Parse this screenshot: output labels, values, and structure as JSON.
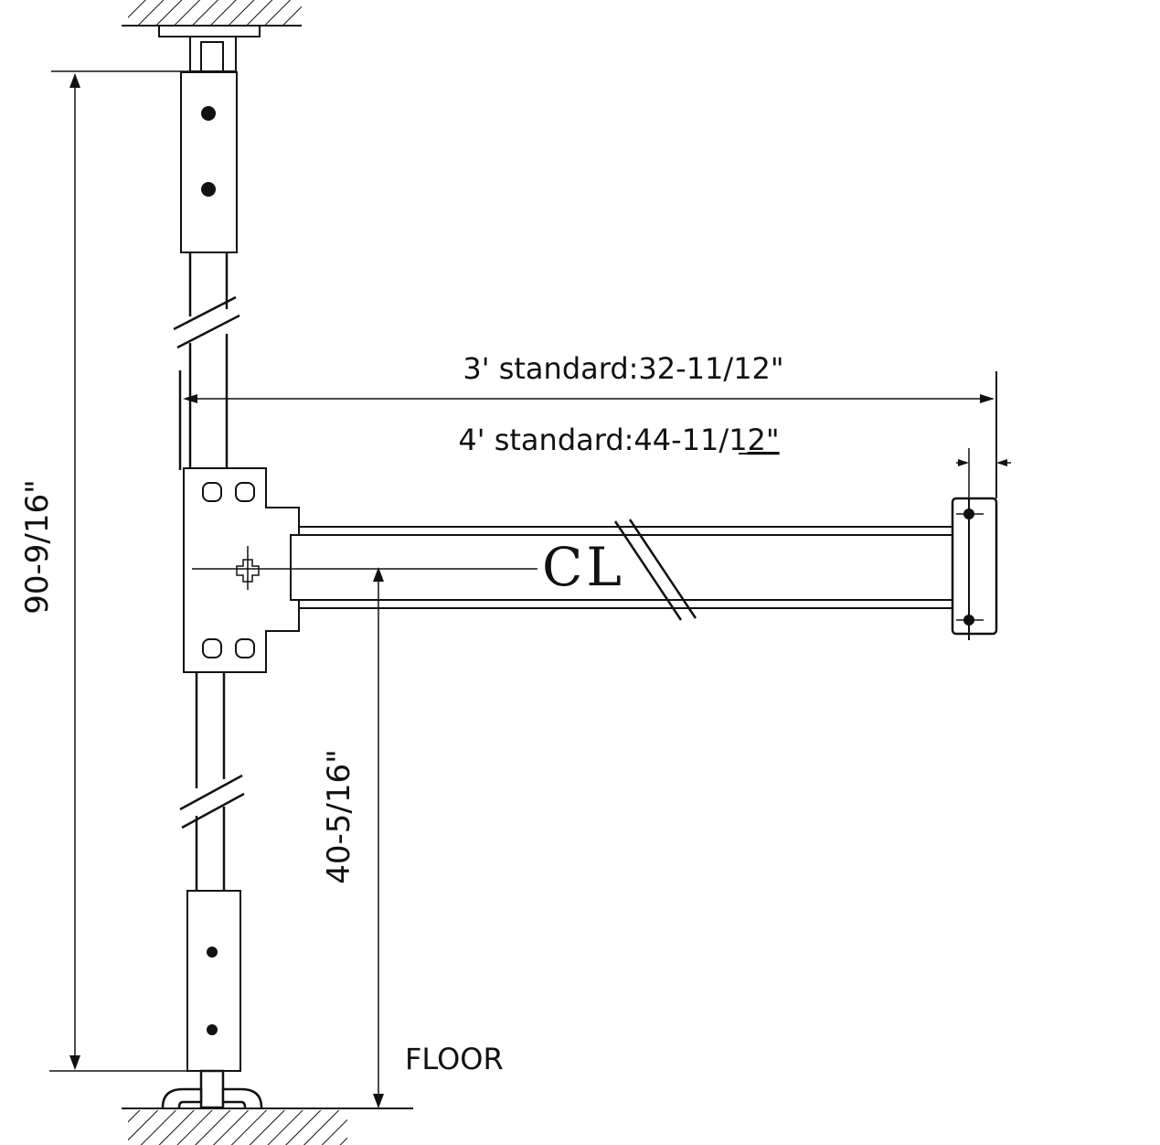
{
  "labels": {
    "total_height": "90-9/16\"",
    "bar_height": "40-5/16\"",
    "width_3ft": "3' standard:32-11/12\"",
    "width_4ft_main": "4' standard:44-11/1",
    "width_4ft_underlined": "2\"",
    "center_line": "CL",
    "floor": "FLOOR"
  },
  "colors": {
    "ink": "#111111",
    "paper": "#ffffff"
  }
}
